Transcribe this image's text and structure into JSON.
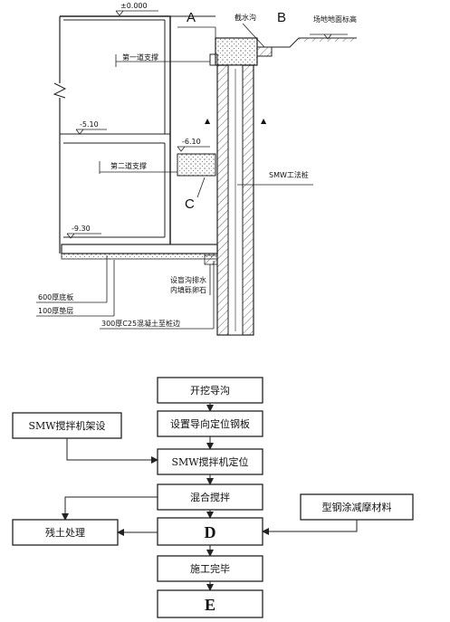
{
  "section": {
    "elev_top": "±0.000",
    "label_A": "A",
    "label_B": "B",
    "label_C": "C",
    "gutter": "截水沟",
    "ground_elev": "场地地面标高",
    "support1": "第一道支撑",
    "support2": "第二道支撑",
    "elev_510": "-5.10",
    "elev_610": "-6.10",
    "elev_930": "-9.30",
    "smw_pile": "SMW工法桩",
    "drain_note_1": "设盲沟排水",
    "drain_note_2": "内填砾卵石",
    "floor_slab": "600厚底板",
    "cushion": "100厚垫层",
    "concrete_fill": "300厚C25混凝土至桩边",
    "tri1": "▲",
    "tri2": "▲"
  },
  "flow": {
    "step1": "开挖导沟",
    "step2": "设置导向定位钢板",
    "step3": "SMW搅拌机定位",
    "step4": "混合搅拌",
    "step5": "D",
    "step6": "施工完毕",
    "step7": "E",
    "side_left_1": "SMW搅拌机架设",
    "side_left_2": "残土处理",
    "side_right": "型钢涂减摩材料"
  }
}
